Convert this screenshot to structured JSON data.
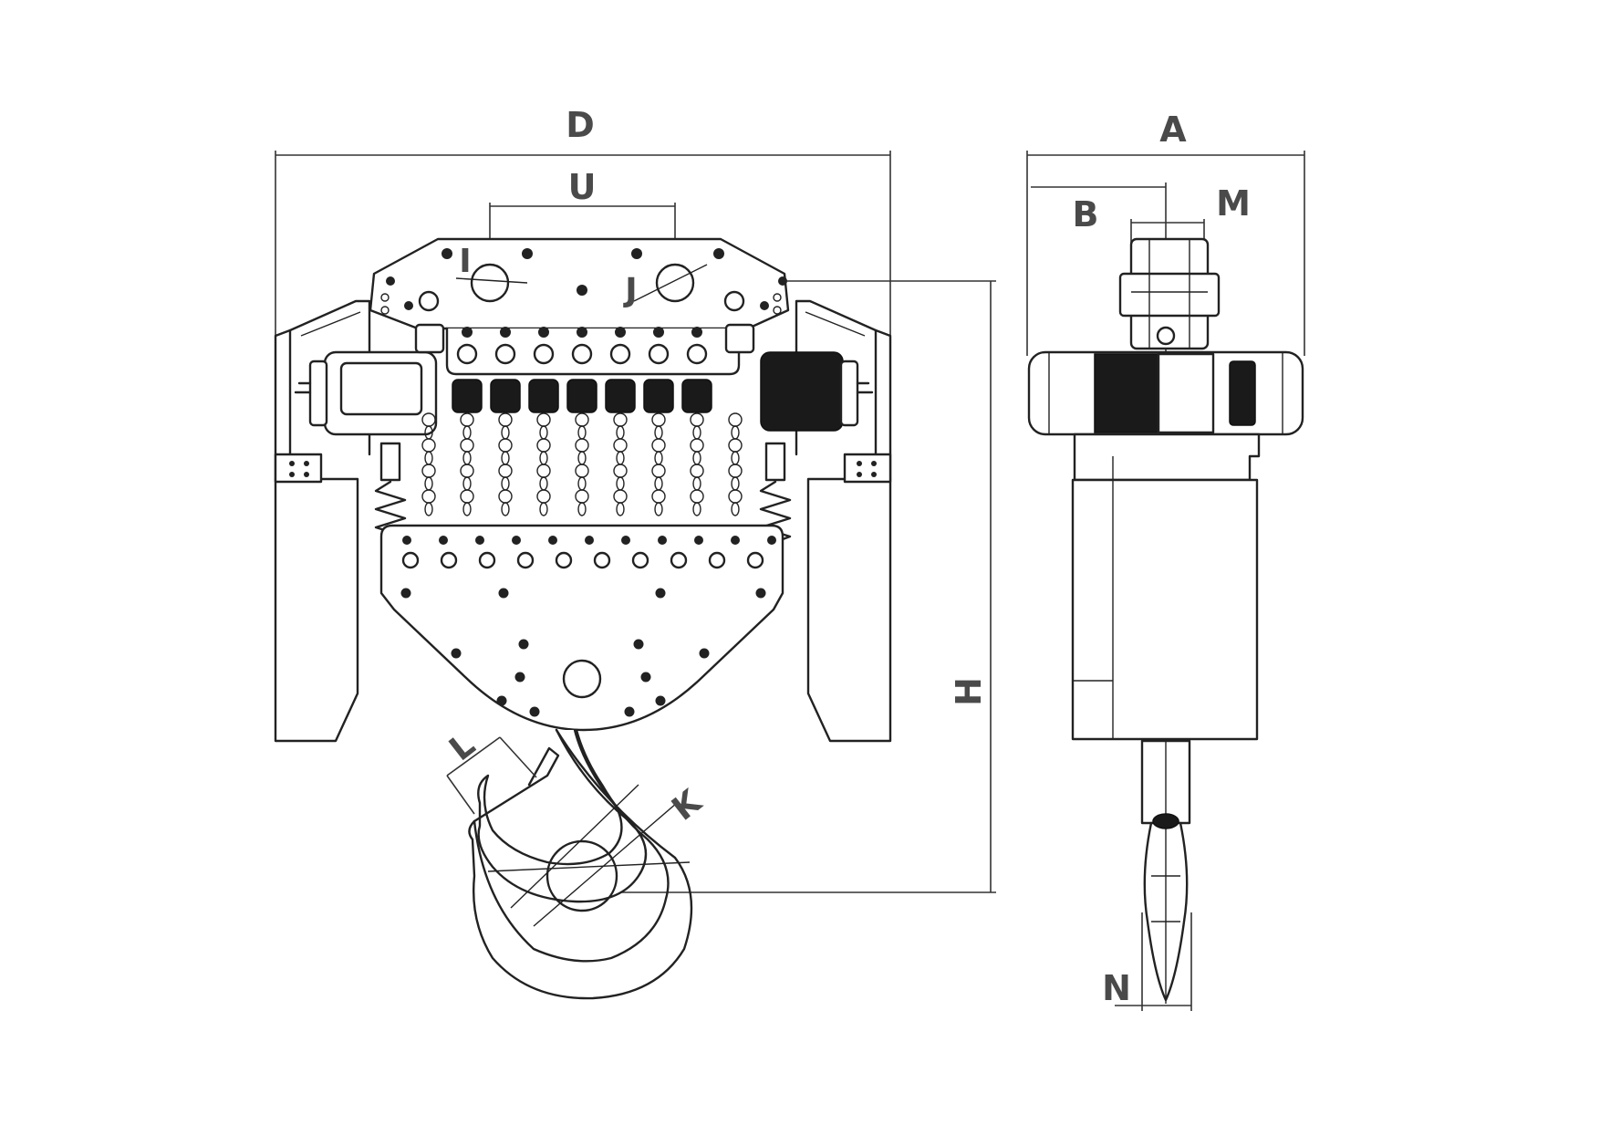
{
  "labels": {
    "D": "D",
    "U": "U",
    "I": "I",
    "J": "J",
    "H": "H",
    "L": "L",
    "K": "K",
    "A": "A",
    "B": "B",
    "M": "M",
    "N": "N"
  },
  "views": [
    "front-view",
    "side-view"
  ],
  "colors": {
    "line": "#222222",
    "label": "#4a4a4a",
    "background": "#ffffff"
  }
}
